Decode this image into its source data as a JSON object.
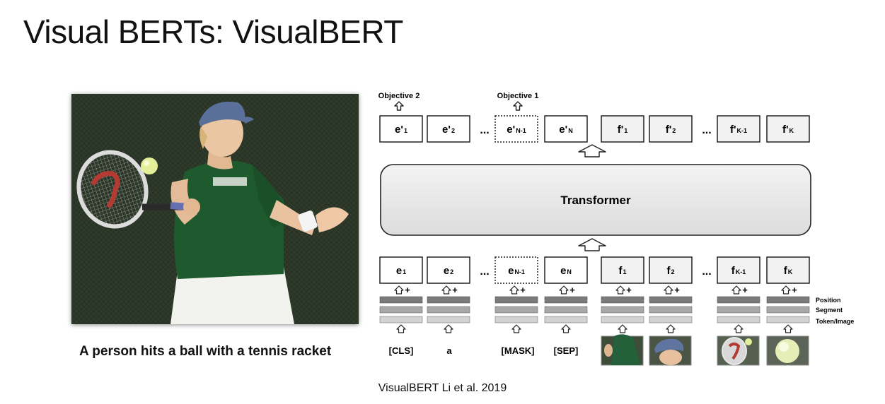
{
  "slide": {
    "title": "Visual BERTs: VisualBERT",
    "caption": "A person hits a ball with a tennis racket",
    "citation": "VisualBERT Li et al. 2019"
  },
  "diagram": {
    "objectives": [
      "Objective 2",
      "Objective 1"
    ],
    "transformer_label": "Transformer",
    "ellipsis": "...",
    "output_text_tokens": [
      {
        "main": "e'",
        "sub": "1"
      },
      {
        "main": "e'",
        "sub": "2"
      },
      {
        "main": "e'",
        "sub": "N-1"
      },
      {
        "main": "e'",
        "sub": "N"
      }
    ],
    "output_image_tokens": [
      {
        "main": "f'",
        "sub": "1"
      },
      {
        "main": "f'",
        "sub": "2"
      },
      {
        "main": "f'",
        "sub": "K-1"
      },
      {
        "main": "f'",
        "sub": "K"
      }
    ],
    "input_text_tokens": [
      {
        "main": "e",
        "sub": "1"
      },
      {
        "main": "e",
        "sub": "2"
      },
      {
        "main": "e",
        "sub": "N-1"
      },
      {
        "main": "e",
        "sub": "N"
      }
    ],
    "input_image_tokens": [
      {
        "main": "f",
        "sub": "1"
      },
      {
        "main": "f",
        "sub": "2"
      },
      {
        "main": "f",
        "sub": "K-1"
      },
      {
        "main": "f",
        "sub": "K"
      }
    ],
    "plus_sign": "+",
    "embedding_labels": [
      "Position",
      "Segment",
      "Token/Image"
    ],
    "word_inputs": [
      "[CLS]",
      "a",
      "[MASK]",
      "[SEP]"
    ],
    "image_region_inputs": [
      "player-torso-crop",
      "player-cap-crop",
      "racket-crop",
      "tennis-ball-crop"
    ]
  }
}
